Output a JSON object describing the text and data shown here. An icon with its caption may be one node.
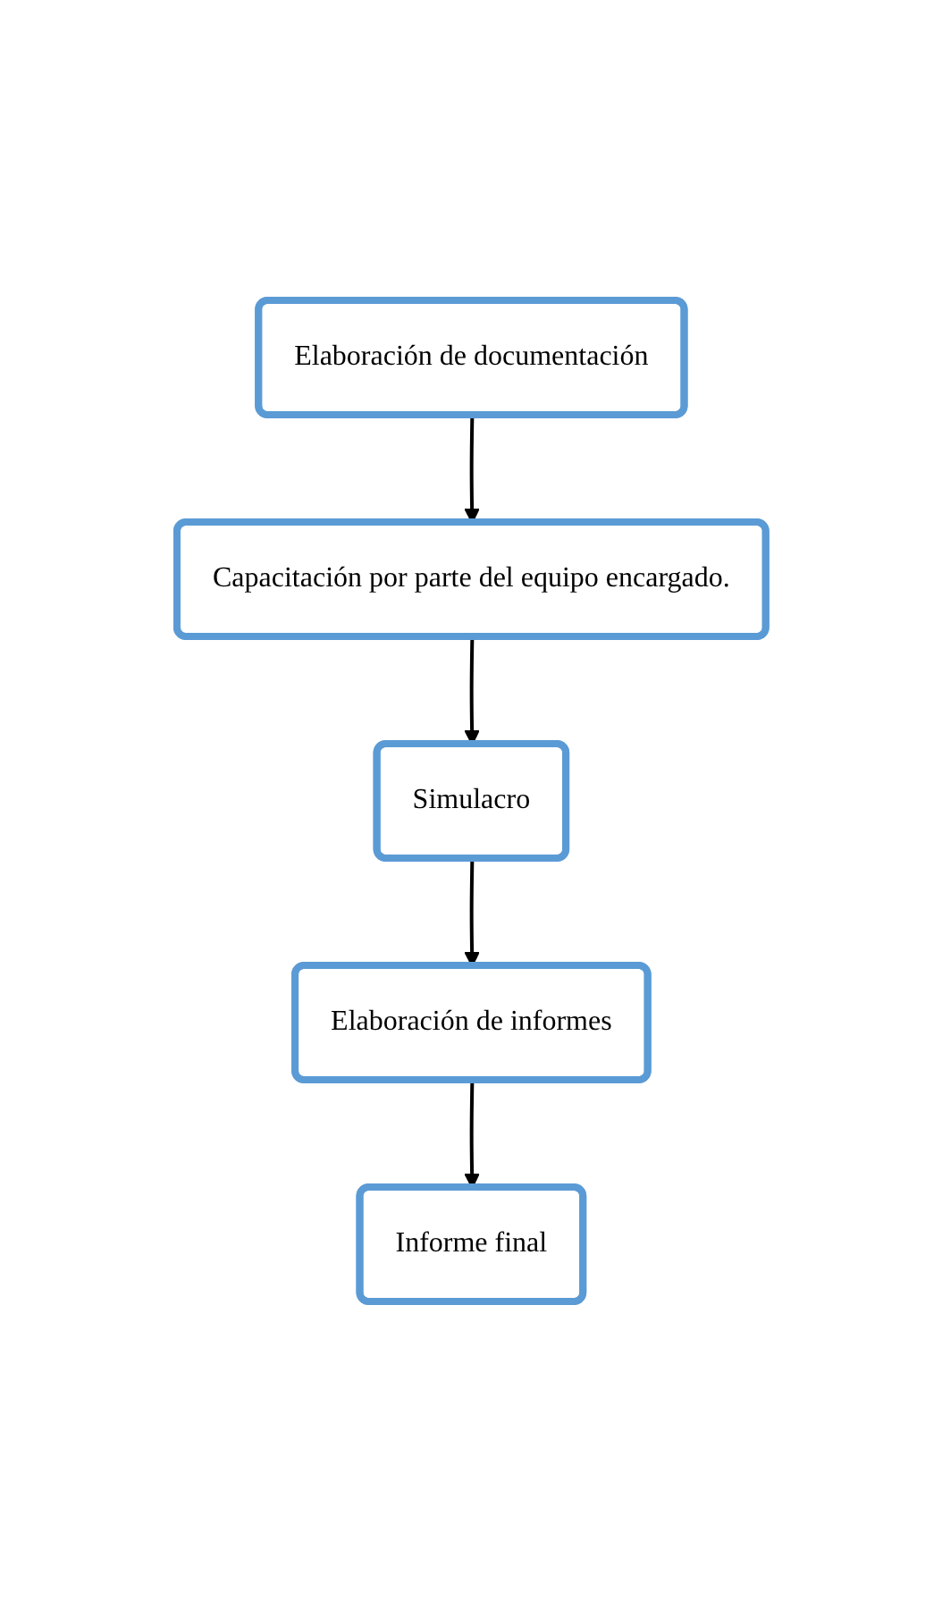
{
  "diagram": {
    "nodes": [
      {
        "text": [
          "Elaboración de documentación"
        ]
      },
      {
        "text": [
          "Capacitación por parte del equipo encargado."
        ]
      },
      {
        "text": [
          "Simulacro"
        ]
      },
      {
        "text": [
          "Elaboración de informes"
        ]
      },
      {
        "text": [
          "Informe final"
        ]
      }
    ],
    "edges": [
      {
        "from": 0,
        "to": 1,
        "arrow": "to"
      },
      {
        "from": 1,
        "to": 2,
        "arrow": "to"
      },
      {
        "from": 2,
        "to": 3,
        "arrow": "to"
      },
      {
        "from": 3,
        "to": 4,
        "arrow": "to"
      }
    ]
  }
}
